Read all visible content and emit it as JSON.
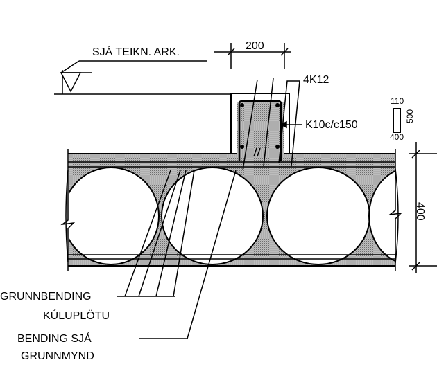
{
  "labels": {
    "level_note": "SJÁ TEIKN. ARK.",
    "beam_width": "200",
    "top_bars": "4K12",
    "stirrups": "K10c/c150",
    "stirrup_dims": {
      "top": "110",
      "side": "500",
      "bottom": "400"
    },
    "slab_depth": "400",
    "slab_reinforcement": {
      "line1": "GRUNNBENDING",
      "line2": "KÚLUPLÖTU"
    },
    "bending_note": {
      "line1": "BENDING SJÁ",
      "line2": "GRUNNMYND"
    }
  },
  "colors": {
    "ink": "#000000",
    "concrete_hatch": "#9a9a9a",
    "paper": "#ffffff"
  }
}
